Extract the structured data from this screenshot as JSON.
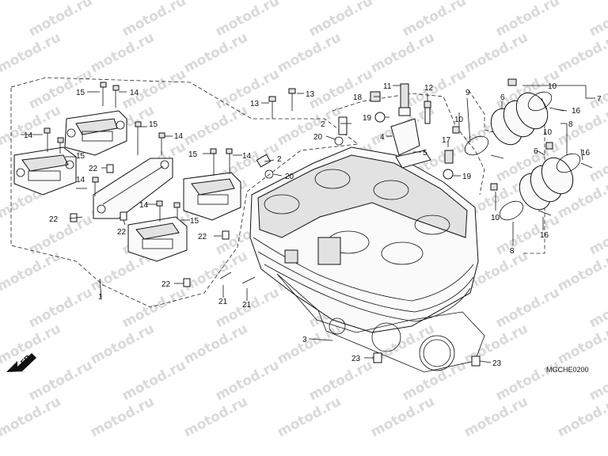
{
  "watermark": {
    "text": "motod.ru"
  },
  "drawing_code": "MGCHE0200",
  "front_marker": {
    "label": "FR."
  },
  "callouts": [
    {
      "id": "c1",
      "label": "1"
    },
    {
      "id": "c2a",
      "label": "2"
    },
    {
      "id": "c2b",
      "label": "2"
    },
    {
      "id": "c3",
      "label": "3"
    },
    {
      "id": "c4",
      "label": "4"
    },
    {
      "id": "c5",
      "label": "5"
    },
    {
      "id": "c6a",
      "label": "6"
    },
    {
      "id": "c6b",
      "label": "6"
    },
    {
      "id": "c7",
      "label": "7"
    },
    {
      "id": "c8a",
      "label": "8"
    },
    {
      "id": "c8b",
      "label": "8"
    },
    {
      "id": "c9",
      "label": "9"
    },
    {
      "id": "c10a",
      "label": "10"
    },
    {
      "id": "c10b",
      "label": "10"
    },
    {
      "id": "c10c",
      "label": "10"
    },
    {
      "id": "c10d",
      "label": "10"
    },
    {
      "id": "c11",
      "label": "11"
    },
    {
      "id": "c12",
      "label": "12"
    },
    {
      "id": "c13a",
      "label": "13"
    },
    {
      "id": "c13b",
      "label": "13"
    },
    {
      "id": "c14a",
      "label": "14"
    },
    {
      "id": "c14b",
      "label": "14"
    },
    {
      "id": "c14c",
      "label": "14"
    },
    {
      "id": "c14d",
      "label": "14"
    },
    {
      "id": "c14e",
      "label": "14"
    },
    {
      "id": "c14f",
      "label": "14"
    },
    {
      "id": "c15a",
      "label": "15"
    },
    {
      "id": "c15b",
      "label": "15"
    },
    {
      "id": "c15c",
      "label": "15"
    },
    {
      "id": "c15d",
      "label": "15"
    },
    {
      "id": "c15e",
      "label": "15"
    },
    {
      "id": "c16a",
      "label": "16"
    },
    {
      "id": "c16b",
      "label": "16"
    },
    {
      "id": "c16c",
      "label": "16"
    },
    {
      "id": "c17",
      "label": "17"
    },
    {
      "id": "c18",
      "label": "18"
    },
    {
      "id": "c19a",
      "label": "19"
    },
    {
      "id": "c19b",
      "label": "19"
    },
    {
      "id": "c20a",
      "label": "20"
    },
    {
      "id": "c20b",
      "label": "20"
    },
    {
      "id": "c21a",
      "label": "21"
    },
    {
      "id": "c21b",
      "label": "21"
    },
    {
      "id": "c22a",
      "label": "22"
    },
    {
      "id": "c22b",
      "label": "22"
    },
    {
      "id": "c22c",
      "label": "22"
    },
    {
      "id": "c22d",
      "label": "22"
    },
    {
      "id": "c22e",
      "label": "22"
    },
    {
      "id": "c23a",
      "label": "23"
    },
    {
      "id": "c23b",
      "label": "23"
    }
  ]
}
